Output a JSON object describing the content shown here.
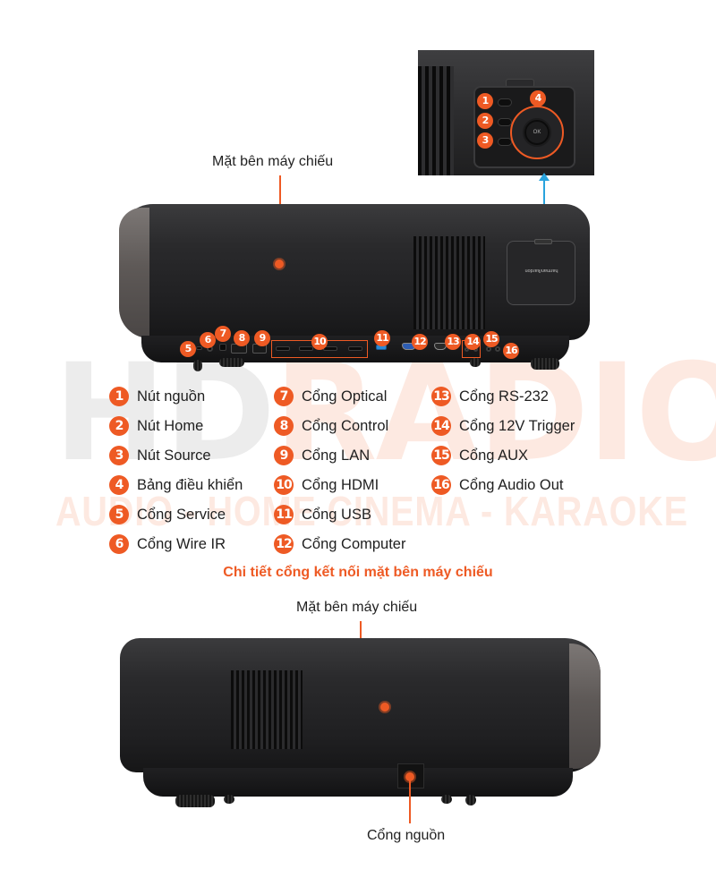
{
  "watermark": {
    "brand_part1": "HD",
    "brand_part2": "RADIO",
    "tagline": "AUDIO - HOME CINEMA - KARAOKE"
  },
  "colors": {
    "accent": "#ee5a24",
    "pointer_blue": "#29a3dd",
    "text": "#1f1f1f",
    "projector_body": "#2a2a2c"
  },
  "top_view": {
    "label": "Mặt bên máy chiếu",
    "inset": {
      "badges": [
        "1",
        "2",
        "3",
        "4"
      ],
      "ok_label": "OK"
    },
    "cover_brand": "harman/kardon",
    "port_badges": [
      "5",
      "6",
      "7",
      "8",
      "9",
      "10",
      "11",
      "12",
      "13",
      "14",
      "15",
      "16"
    ]
  },
  "legend": {
    "columns": [
      [
        {
          "num": "1",
          "label": "Nút nguồn"
        },
        {
          "num": "2",
          "label": "Nút Home"
        },
        {
          "num": "3",
          "label": "Nút Source"
        },
        {
          "num": "4",
          "label": "Bảng điều khiển"
        },
        {
          "num": "5",
          "label": "Cổng Service"
        },
        {
          "num": "6",
          "label": "Cổng Wire IR"
        }
      ],
      [
        {
          "num": "7",
          "label": "Cổng Optical"
        },
        {
          "num": "8",
          "label": "Cổng Control"
        },
        {
          "num": "9",
          "label": "Cổng LAN"
        },
        {
          "num": "10",
          "label": "Cổng HDMI"
        },
        {
          "num": "11",
          "label": "Cổng USB"
        },
        {
          "num": "12",
          "label": "Cổng Computer"
        }
      ],
      [
        {
          "num": "13",
          "label": "Cổng RS-232"
        },
        {
          "num": "14",
          "label": "Cổng 12V Trigger"
        },
        {
          "num": "15",
          "label": "Cổng AUX"
        },
        {
          "num": "16",
          "label": "Cổng Audio Out"
        }
      ]
    ]
  },
  "caption": "Chi tiết cổng kết nối mặt bên máy chiếu",
  "bottom_view": {
    "label": "Mặt bên máy chiếu",
    "power_label": "Cổng nguồn"
  }
}
